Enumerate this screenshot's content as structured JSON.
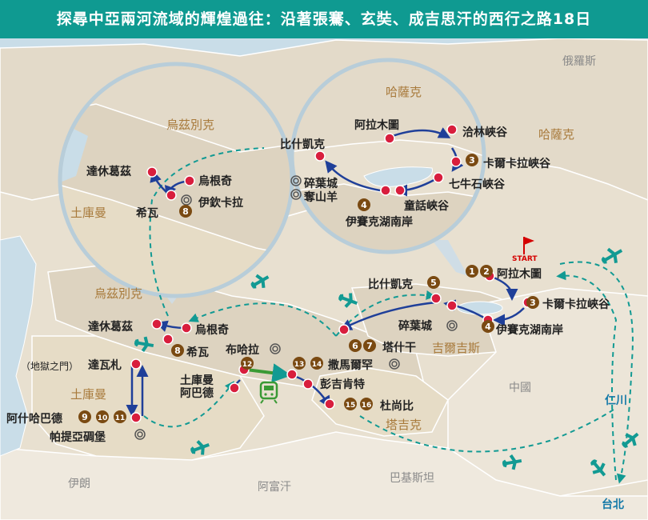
{
  "title": "探尋中亞兩河流域的輝煌過往：沿著張騫、玄奘、成吉思汗的西行之路18日",
  "countries": {
    "russia": "俄羅斯",
    "kazakhstan_top": "哈薩克",
    "kazakhstan_right": "哈薩克",
    "uzbekistan_inset": "烏茲別克",
    "turkmenistan_inset": "土庫曼",
    "uzbekistan": "烏茲別克",
    "turkmenistan": "土庫曼",
    "kyrgyzstan": "吉爾吉斯",
    "tajikistan": "塔吉克",
    "china": "中國",
    "iran": "伊朗",
    "afghanistan": "阿富汗",
    "pakistan": "巴基斯坦"
  },
  "inset_left": {
    "dashaoguz": "達休葛茲",
    "urgench": "烏根奇",
    "khiva": "希瓦",
    "khiva_day": "8",
    "itchan_kala": "伊欽卡拉"
  },
  "inset_right": {
    "almaty": "阿拉木圖",
    "charyn": "洽林峽谷",
    "karakol_day": "3",
    "karakol": "卡爾卡拉峽谷",
    "seven_bulls": "七牛石峽谷",
    "fairy_tale": "童話峽谷",
    "issyk_day": "4",
    "issyk": "伊賽克湖南岸",
    "bishkek": "比什凱克",
    "tokmok": "碎葉城",
    "ibex": "奪山羊"
  },
  "main": {
    "start": "START",
    "day1": "1",
    "day2": "2",
    "almaty": "阿拉木圖",
    "day3": "3",
    "karakol": "卡爾卡拉峽谷",
    "day4": "4",
    "issyk": "伊賽克湖南岸",
    "tokmok": "碎葉城",
    "day5": "5",
    "bishkek": "比什凱克",
    "day6": "6",
    "day7": "7",
    "tashkent": "塔什干",
    "dashaoguz": "達休葛茲",
    "urgench": "烏根奇",
    "day8": "8",
    "khiva": "希瓦",
    "gate_hell": "（地獄之門）",
    "darvaza": "達瓦札",
    "day9": "9",
    "day10": "10",
    "day11": "11",
    "ashgabat": "阿什哈巴德",
    "parthia": "帕提亞碉堡",
    "bukhara": "布哈拉",
    "day12": "12",
    "turkmenabat": "土庫曼\n阿巴德",
    "day13": "13",
    "day14": "14",
    "samarkand": "撒馬爾罕",
    "penjikent": "彭吉肯特",
    "day15": "15",
    "day16": "16",
    "dushanbe": "杜尚比",
    "chengdu": "仁川",
    "taipei": "台北"
  },
  "colors": {
    "header": "#0f9a91",
    "sea": "#c9dde8",
    "land": "#e5dccc",
    "route": "#1f3f99",
    "flight": "#129a93",
    "marker": "#d81e3d",
    "day_badge": "#7a4a12"
  }
}
